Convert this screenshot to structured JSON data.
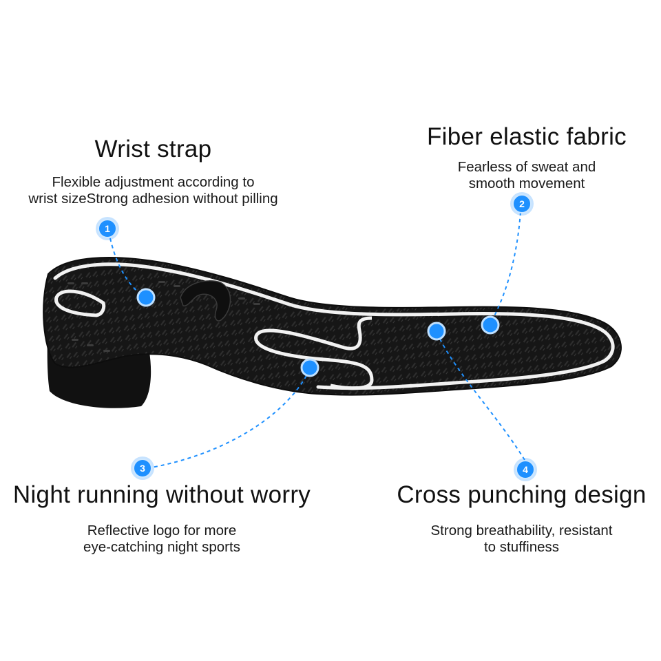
{
  "features": [
    {
      "number": "1",
      "title": "Wrist strap",
      "desc_lines": [
        "Flexible adjustment according to",
        "wrist sizeStrong adhesion without pilling"
      ]
    },
    {
      "number": "2",
      "title": "Fiber elastic fabric",
      "desc_lines": [
        "Fearless of sweat and",
        "smooth movement"
      ]
    },
    {
      "number": "3",
      "title": "Night running without worry",
      "desc_lines": [
        "Reflective logo for more",
        "eye-catching night sports"
      ]
    },
    {
      "number": "4",
      "title": "Cross punching design",
      "desc_lines": [
        "Strong breathability, resistant",
        "to stuffiness"
      ]
    }
  ],
  "colors": {
    "accent": "#1e90ff",
    "product": "#1a1a1a",
    "reflective_stripe": "#f2f2f2",
    "background": "#ffffff"
  }
}
